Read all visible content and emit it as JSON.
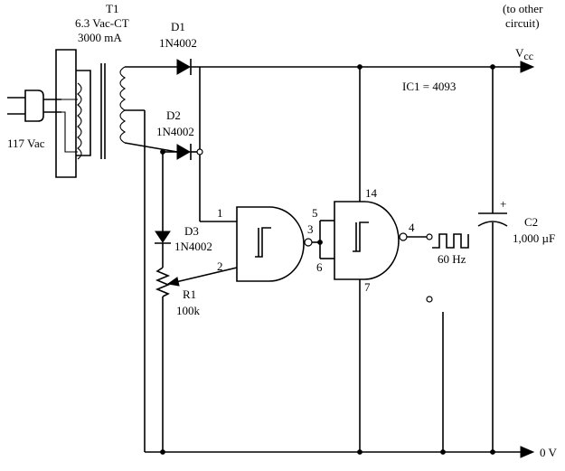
{
  "transformer": {
    "ref": "T1",
    "rating": "6.3 Vac-CT",
    "current": "3000 mA"
  },
  "mains": {
    "label": "117 Vac"
  },
  "diodes": [
    {
      "ref": "D1",
      "part": "1N4002"
    },
    {
      "ref": "D2",
      "part": "1N4002"
    },
    {
      "ref": "D3",
      "part": "1N4002"
    }
  ],
  "resistor": {
    "ref": "R1",
    "value": "100k"
  },
  "capacitor": {
    "ref": "C2",
    "value": "1,000 µF",
    "polarity": "+"
  },
  "ic": {
    "label": "IC1 = 4093"
  },
  "gate1": {
    "pin_in_a": "1",
    "pin_in_b": "2",
    "pin_out": "3"
  },
  "gate2": {
    "pin_in_a": "5",
    "pin_in_b": "6",
    "pin_out": "4",
    "pin_vdd": "14",
    "pin_gnd": "7"
  },
  "output": {
    "note_line1": "(to other",
    "note_line2": "circuit)",
    "rail_label": "V",
    "rail_sub": "cc",
    "frequency": "60 Hz"
  },
  "ground": {
    "label": "0 V"
  }
}
